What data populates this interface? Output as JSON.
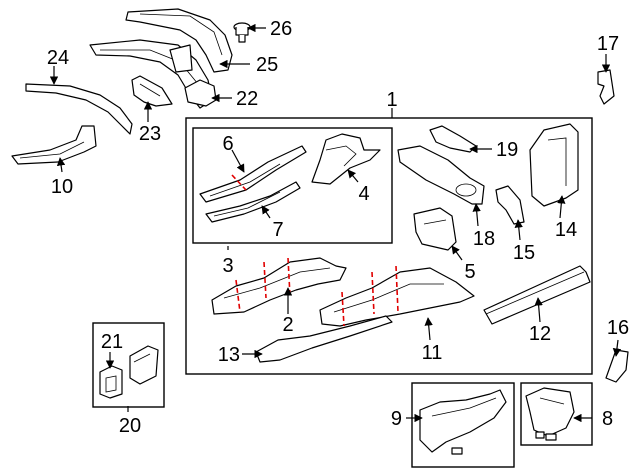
{
  "callouts": {
    "c1": "1",
    "c2": "2",
    "c3": "3",
    "c4": "4",
    "c5": "5",
    "c6": "6",
    "c7": "7",
    "c8": "8",
    "c9": "9",
    "c10": "10",
    "c11": "11",
    "c12": "12",
    "c13": "13",
    "c14": "14",
    "c15": "15",
    "c16": "16",
    "c17": "17",
    "c18": "18",
    "c19": "19",
    "c20": "20",
    "c21": "21",
    "c22": "22",
    "c23": "23",
    "c24": "24",
    "c25": "25",
    "c26": "26"
  },
  "colors": {
    "line": "#000000",
    "cut_line": "#e00000",
    "background": "#ffffff"
  }
}
